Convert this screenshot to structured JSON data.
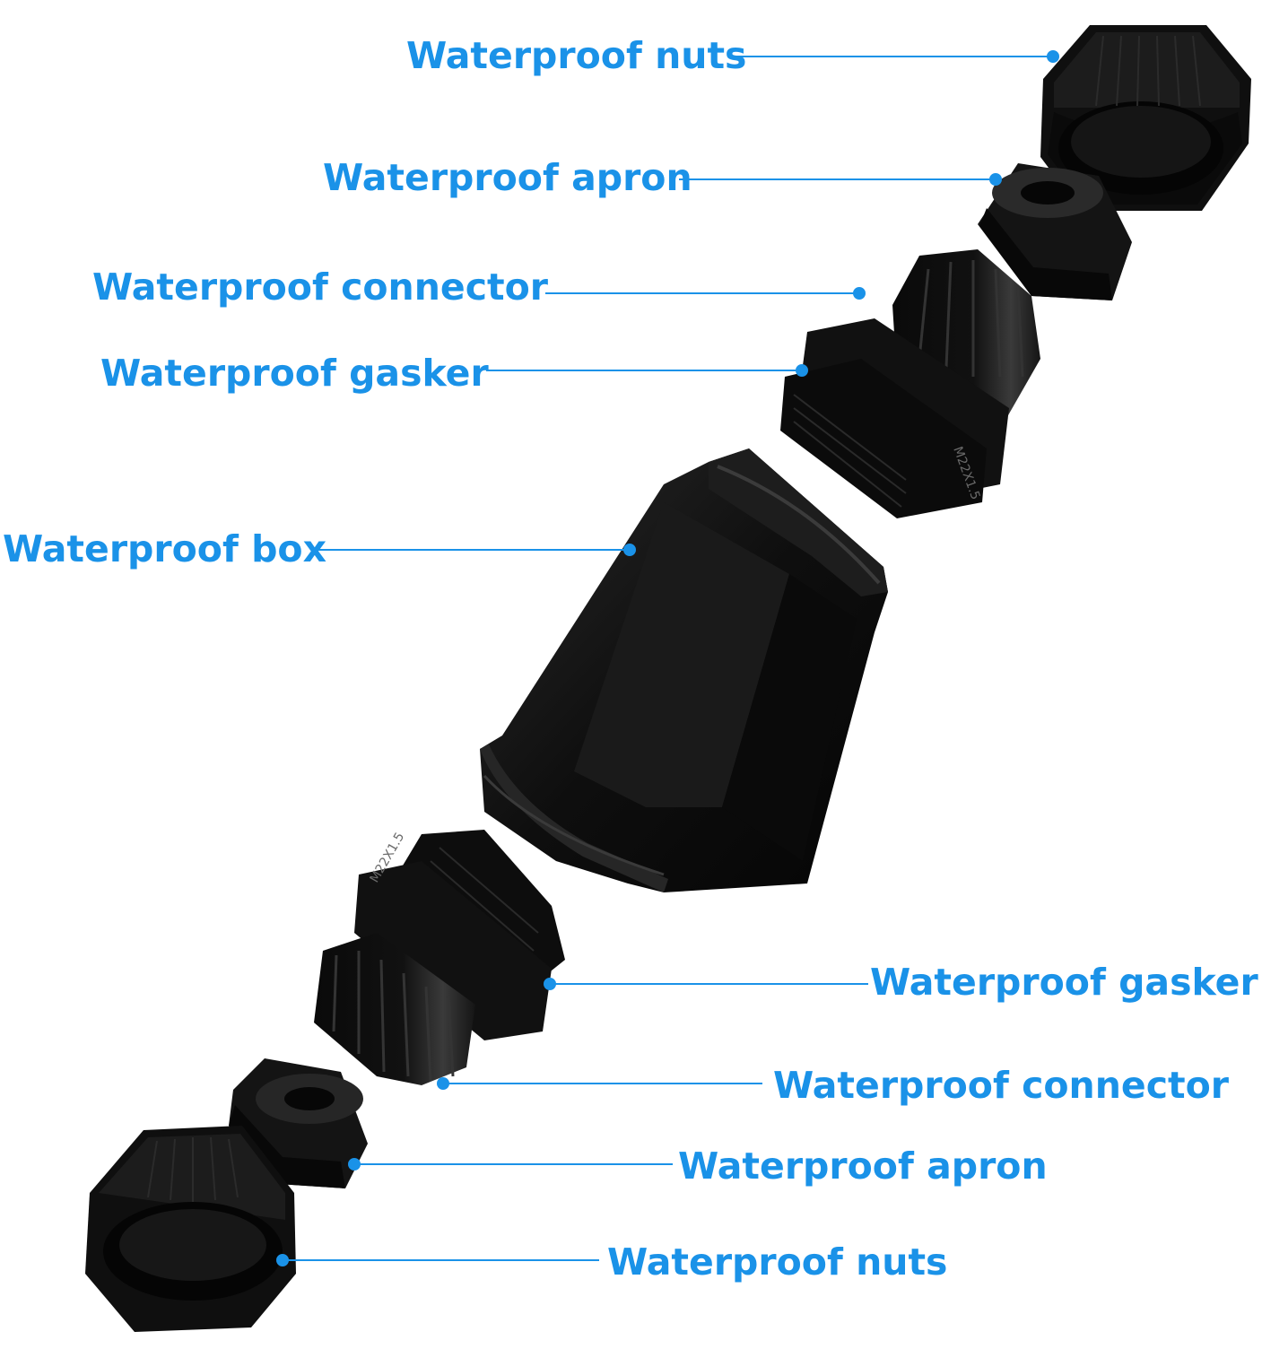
{
  "theme": {
    "label_color": "#1a92e8",
    "part_color": "#0c0c0c"
  },
  "parts": {
    "nut_top": {
      "icon": "waterproof-nut-icon"
    },
    "apron_top": {
      "icon": "waterproof-apron-icon"
    },
    "connector_top": {
      "icon": "waterproof-connector-icon",
      "marking": "M22X1.5"
    },
    "box": {
      "icon": "waterproof-box-icon"
    },
    "connector_bottom": {
      "icon": "waterproof-connector-icon",
      "marking": "M22X1.5"
    },
    "apron_bottom": {
      "icon": "waterproof-apron-icon"
    },
    "nut_bottom": {
      "icon": "waterproof-nut-icon"
    }
  },
  "labels": {
    "nuts_top": "Waterproof nuts",
    "apron_top": "Waterproof apron",
    "connector_top": "Waterproof connector",
    "gasket_top": "Waterproof gasker",
    "box": "Waterproof box",
    "gasket_bottom": "Waterproof gasker",
    "connector_bottom": "Waterproof connector",
    "apron_bottom": "Waterproof apron",
    "nuts_bottom": "Waterproof nuts"
  }
}
